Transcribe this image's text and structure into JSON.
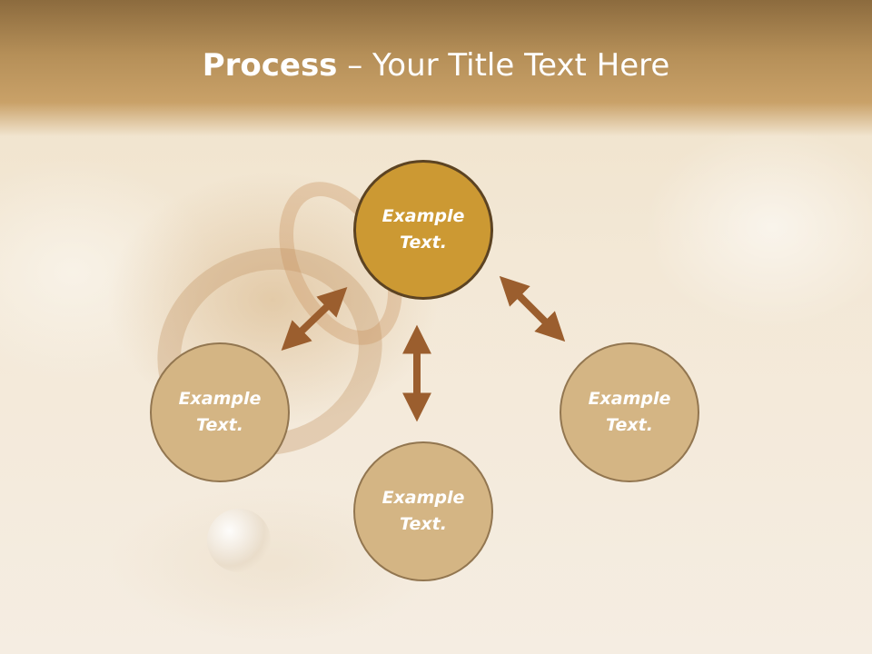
{
  "slide": {
    "title_bold": "Process",
    "title_rest": " – Your Title Text Here"
  },
  "diagram": {
    "center_node": {
      "label": "Example\nText.",
      "color": "#cc9933"
    },
    "outer_nodes": [
      {
        "id": "left",
        "label": "Example\nText."
      },
      {
        "id": "bottom",
        "label": "Example\nText."
      },
      {
        "id": "right",
        "label": "Example\nText."
      }
    ],
    "node_color": "#d4b584",
    "arrow_color": "#9b5e2e",
    "connectors": [
      {
        "from": "center",
        "to": "left",
        "style": "double-arrow"
      },
      {
        "from": "center",
        "to": "bottom",
        "style": "double-arrow"
      },
      {
        "from": "center",
        "to": "right",
        "style": "double-arrow"
      }
    ]
  }
}
